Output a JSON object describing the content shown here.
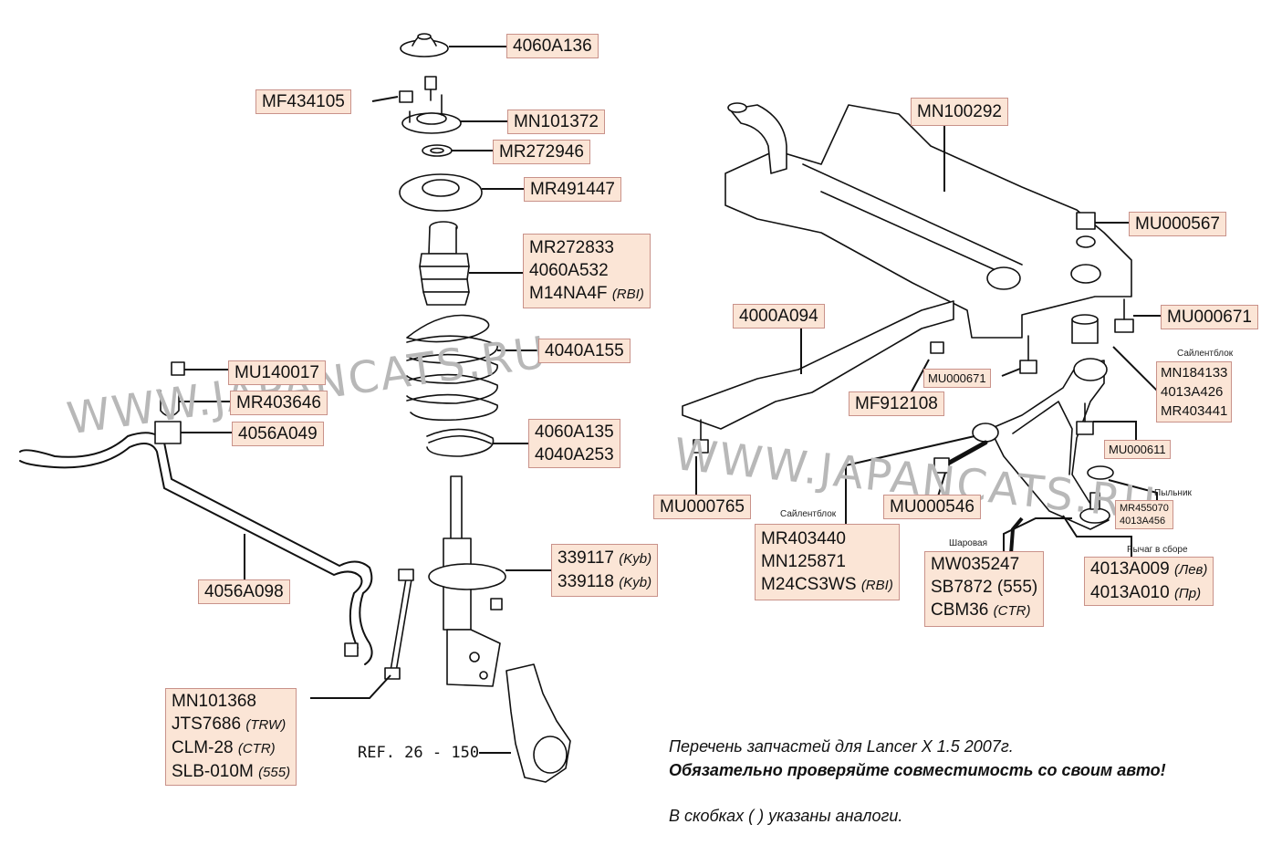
{
  "watermark": "WWW.JAPANCATS.RU",
  "ref_text": "REF. 26 - 150",
  "notes": {
    "line1": "Перечень запчастей для Lancer X 1.5 2007г.",
    "line2": "Обязательно проверяйте совместимость  со своим авто!",
    "line3": "В скобках (   )  указаны аналоги."
  },
  "captions": {
    "silentblock_right": "Сайлентблок",
    "silentblock_mid": "Сайлентблок",
    "boot": "Пыльник",
    "ball_joint": "Шаровая",
    "arm_assembly": "Рычаг в сборе"
  },
  "labels": {
    "top_mount": [
      "4060A136"
    ],
    "nut": [
      "MF434105"
    ],
    "strut_mount": [
      "MN101372"
    ],
    "bearing": [
      "MR272946"
    ],
    "spring_seat": [
      "MR491447"
    ],
    "bump_stop": [
      "MR272833",
      "4060A532",
      "M14NA4F"
    ],
    "bump_stop_note": "(RBI)",
    "coil_spring": [
      "4040A155"
    ],
    "spring_pad": [
      "4060A135",
      "4040A253"
    ],
    "stab_bolt": [
      "MU140017"
    ],
    "stab_clamp": [
      "MR403646"
    ],
    "stab_bushing": [
      "4056A049"
    ],
    "stabilizer_bar": [
      "4056A098"
    ],
    "shock_absorber": [
      "339117",
      "339118"
    ],
    "shock_note": "(Kyb)",
    "stab_link": [
      "MN101368",
      "JTS7686",
      "CLM-28",
      "SLB-010M"
    ],
    "stab_link_notes": [
      "",
      "(TRW)",
      "(CTR)",
      "(555)"
    ],
    "crossmember": [
      "MN100292"
    ],
    "crossmember_nut": [
      "MU000567"
    ],
    "crossmember_bolt": [
      "MU000671"
    ],
    "brace": [
      "4000A094"
    ],
    "brace_bolt_small": [
      "MU000671"
    ],
    "brace_nut": [
      "MF912108"
    ],
    "brace_bolt": [
      "MU000765"
    ],
    "arm_bolt": [
      "MU000546"
    ],
    "arm_silentblock_rear": [
      "MN184133",
      "4013A426",
      "MR403441"
    ],
    "arm_silentblock_front": [
      "MR403440",
      "MN125871",
      "M24CS3WS"
    ],
    "arm_silentblock_front_note": "(RBI)",
    "arm_rear_bolt": [
      "MU000611"
    ],
    "ball_boot": [
      "MR455070",
      "4013A456"
    ],
    "ball_joint": [
      "MW035247",
      "SB7872",
      "CBM36"
    ],
    "ball_joint_notes": [
      "",
      "(555)",
      "(CTR)"
    ],
    "control_arm": [
      "4013A009",
      "4013A010"
    ],
    "control_arm_notes": [
      "(Лев)",
      "(Пр)"
    ]
  },
  "colors": {
    "label_fill": "#fbe5d6",
    "label_border": "#c9928a",
    "line": "#111111",
    "watermark": "#b8b8b8"
  }
}
